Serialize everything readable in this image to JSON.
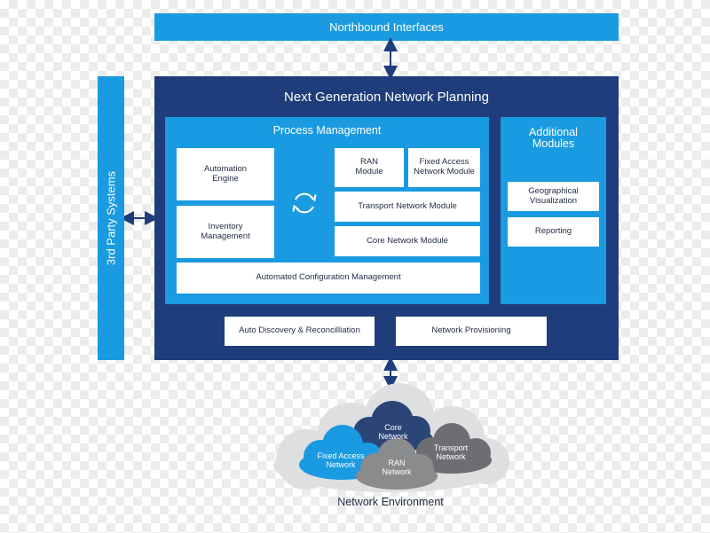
{
  "title": "Next Generation Network Planning",
  "northbound": "Northbound Interfaces",
  "third_party": "3rd Party Systems",
  "process_management": {
    "title": "Process Management",
    "automation_engine": "Automation Engine",
    "inventory_management": "Inventory Management",
    "ran_module": "RAN Module",
    "fixed_access_module": "Fixed Access Network Module",
    "transport_module": "Transport Network Module",
    "core_module": "Core Network Module",
    "automated_config": "Automated Configuration Management"
  },
  "additional_modules": {
    "title": "Additional Modules",
    "geo_visualization": "Geographical Visualization",
    "reporting": "Reporting"
  },
  "auto_discovery": "Auto Discovery & Reconcilliation",
  "network_provisioning": "Network Provisioning",
  "network_environment": {
    "label": "Network Environment",
    "core": "Core Network",
    "fixed_access": "Fixed Access Network",
    "transport": "Transport Network",
    "ran": "RAN Network"
  },
  "colors": {
    "dark_navy": "#1f3d7a",
    "bright_blue": "#1a9ae0",
    "white": "#ffffff",
    "cloud_gray": "#dedfe0",
    "core_navy": "#2b4577",
    "transport_gray": "#6d6e71",
    "ran_gray": "#8a8b8d"
  }
}
